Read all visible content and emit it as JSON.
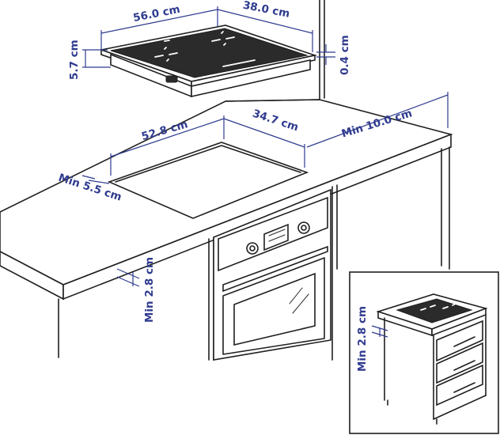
{
  "dimensions": {
    "hob_width": "56.0 cm",
    "hob_depth": "38.0 cm",
    "hob_height": "5.7 cm",
    "glass_thickness": "0.4 cm",
    "cutout_width": "52.8 cm",
    "cutout_depth": "34.7 cm",
    "min_rear_clearance": "Min 10.0 cm",
    "min_front_edge": "Min 5.5 cm",
    "min_below_worktop": "Min 2.8 cm",
    "inset_min_below_worktop": "Min 2.8 cm"
  },
  "colors": {
    "dimension_blue": "#2f3b8f",
    "line_art": "#1f1f1f"
  }
}
